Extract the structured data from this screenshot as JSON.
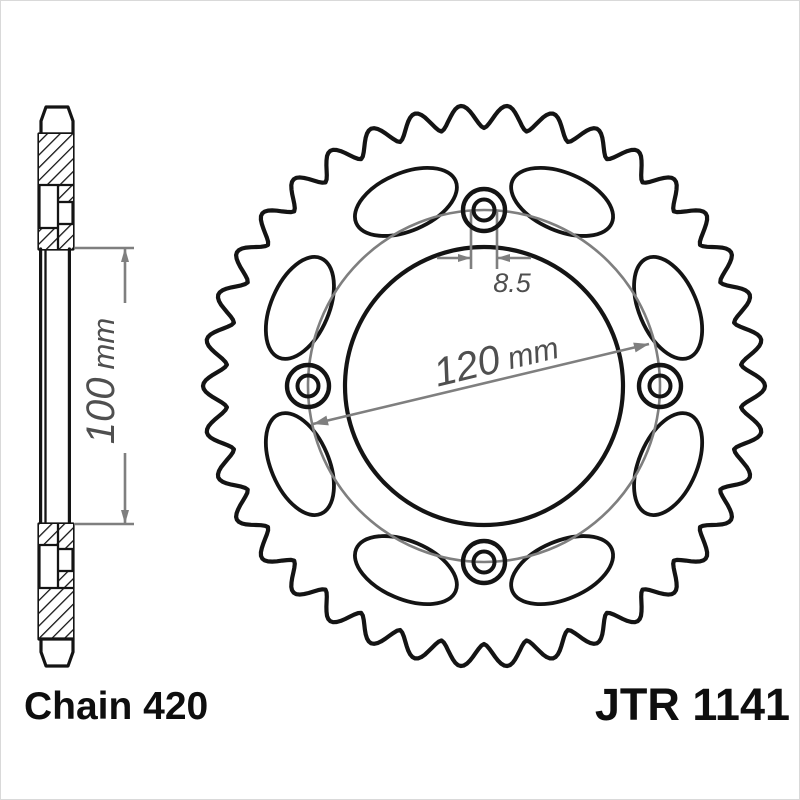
{
  "figure": {
    "type": "technical-drawing",
    "subject": "rear sprocket with side cross-section",
    "colors": {
      "background": "#ffffff",
      "outline": "#141414",
      "dimension_lines": "#7f7f7f",
      "dimension_text": "#4f4f4f",
      "label_text": "#0e0e0e"
    },
    "drawing": {
      "teeth_visible": 38,
      "bolt_holes": 4,
      "lightening_slots": 8
    }
  },
  "dims": {
    "side_offset_value": "100",
    "side_offset_unit": "mm",
    "bolt_circle_value": "120",
    "bolt_circle_unit": "mm",
    "hole_diameter": "8.5"
  },
  "labels": {
    "chain": "Chain 420",
    "part_number": "JTR 1141"
  }
}
